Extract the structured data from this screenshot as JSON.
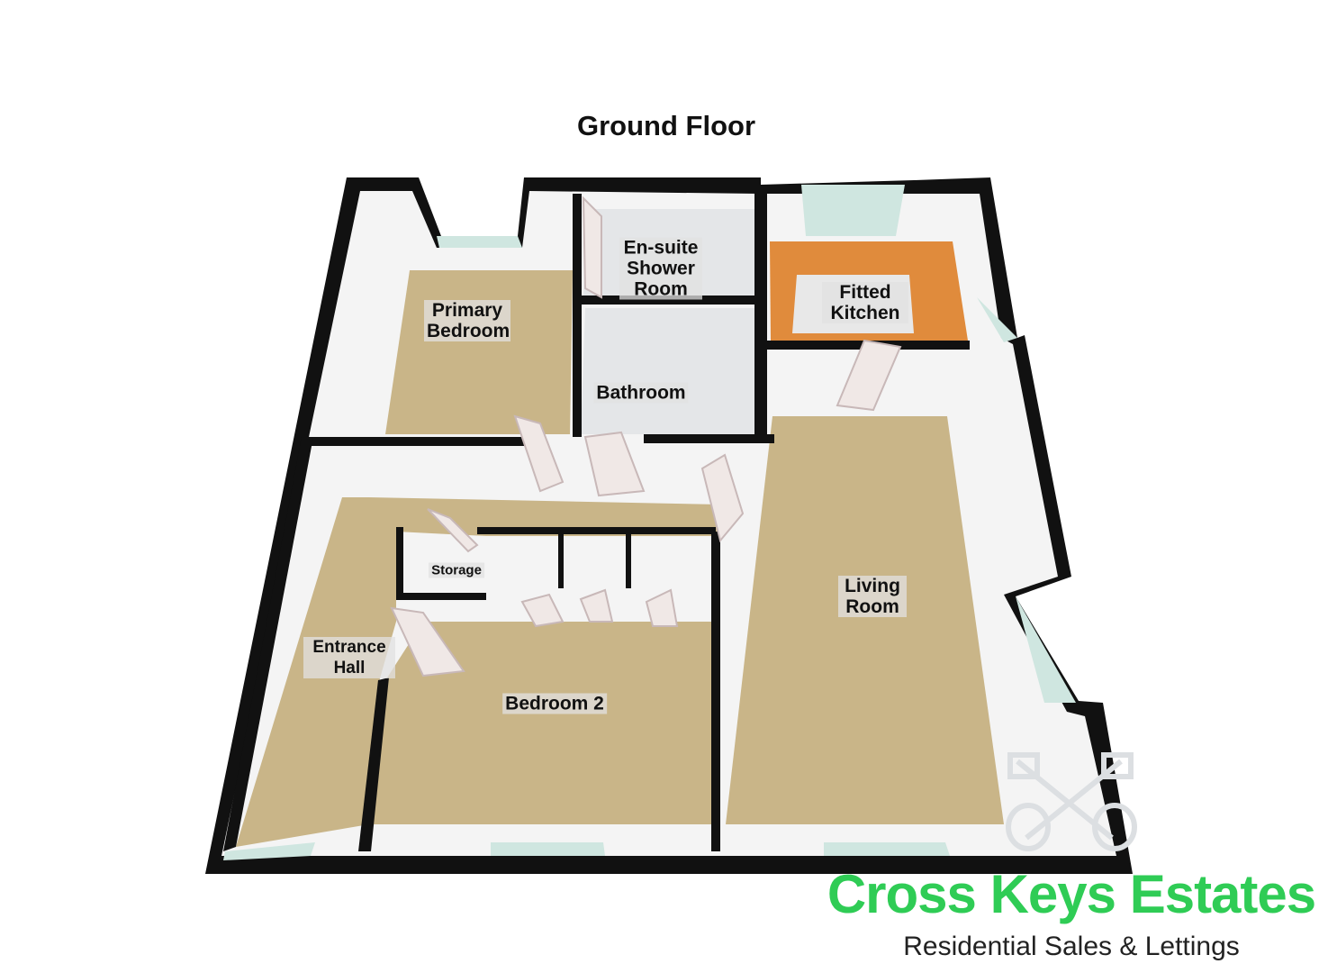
{
  "floor_title": "Ground Floor",
  "rooms": {
    "primary_bedroom": "Primary Bedroom",
    "ensuite": "En-suite Shower Room",
    "fitted_kitchen": "Fitted Kitchen",
    "bathroom": "Bathroom",
    "storage": "Storage",
    "living_room": "Living Room",
    "entrance_hall": "Entrance Hall",
    "bedroom_2": "Bedroom 2"
  },
  "brand": {
    "name": "Cross Keys Estates",
    "tagline": "Residential Sales & Lettings",
    "color": "#2fcc55"
  },
  "colors": {
    "carpet": "#c9b588",
    "kitchen_floor": "#e08b3c",
    "tile": "#e4e6e8",
    "wall": "#111111"
  }
}
